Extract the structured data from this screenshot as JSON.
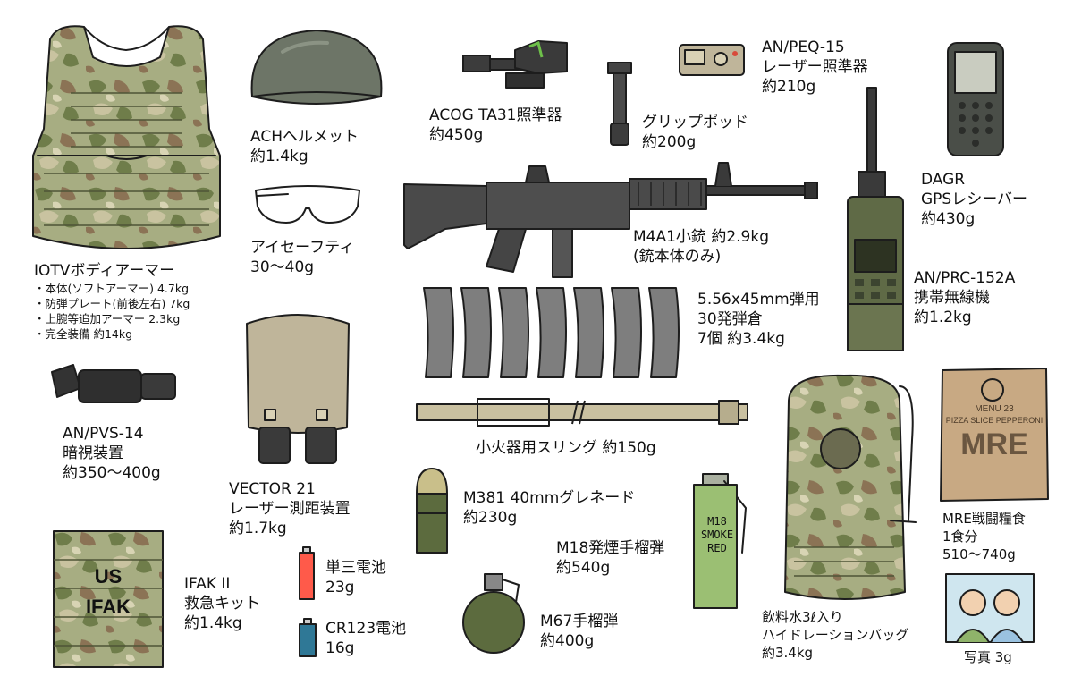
{
  "items": {
    "iotv": {
      "name": "IOTVボディアーマー",
      "details": [
        "・本体(ソフトアーマー) 4.7kg",
        "・防弾プレート(前後左右) 7kg",
        "・上腕等追加アーマー 2.3kg",
        "・完全装備 約14kg"
      ]
    },
    "helmet": {
      "name": "ACHヘルメット",
      "weight": "約1.4kg"
    },
    "eyewear": {
      "name": "アイセーフティ",
      "weight": "30〜40g"
    },
    "acog": {
      "name": "ACOG TA31照準器",
      "weight": "約450g"
    },
    "grippod": {
      "name": "グリップポッド",
      "weight": "約200g"
    },
    "peq15": {
      "name": "AN/PEQ-15",
      "subtitle": "レーザー照準器",
      "weight": "約210g"
    },
    "dagr": {
      "name": "DAGR",
      "subtitle": "GPSレシーバー",
      "weight": "約430g"
    },
    "m4a1": {
      "name": "M4A1小銃 約2.9kg",
      "note": "(銃本体のみ)"
    },
    "prc152": {
      "name": "AN/PRC-152A",
      "subtitle": "携帯無線機",
      "weight": "約1.2kg"
    },
    "magazines": {
      "name": "5.56x45mm弾用",
      "subtitle": "30発弾倉",
      "weight": "7個 約3.4kg",
      "count": 7
    },
    "pvs14": {
      "name": "AN/PVS-14",
      "subtitle": "暗視装置",
      "weight": "約350〜400g"
    },
    "vector21": {
      "name": "VECTOR 21",
      "subtitle": "レーザー測距装置",
      "weight": "約1.7kg"
    },
    "sling": {
      "name": "小火器用スリング 約150g"
    },
    "m381": {
      "name": "M381 40mmグレネード",
      "weight": "約230g"
    },
    "m18": {
      "name": "M18発煙手榴弾",
      "weight": "約540g",
      "can_text": [
        "M18",
        "SMOKE",
        "RED"
      ]
    },
    "m67": {
      "name": "M67手榴弾",
      "weight": "約400g"
    },
    "aa": {
      "name": "単三電池",
      "weight": "23g"
    },
    "cr123": {
      "name": "CR123電池",
      "weight": "16g"
    },
    "ifak": {
      "name": "IFAK II",
      "subtitle": "救急キット",
      "weight": "約1.4kg",
      "pouch_text": [
        "US",
        "IFAK"
      ]
    },
    "hydration": {
      "name": "飲料水3ℓ入り",
      "subtitle": "ハイドレーションバッグ",
      "weight": "約3.4kg"
    },
    "mre": {
      "name": "MRE戦闘糧食",
      "subtitle": "1食分",
      "weight": "510〜740g",
      "bag_text": [
        "MENU 23",
        "PIZZA SLICE PEPPERONI",
        "MRE"
      ]
    },
    "photo": {
      "name": "写真 3g"
    }
  },
  "colors": {
    "camo_base": "#a7ad82",
    "camo_green": "#6f7d4a",
    "camo_brown": "#8b7355",
    "camo_light": "#c9c3a0",
    "helmet": "#6d7567",
    "rifle": "#4a4a4a",
    "magazine": "#7e7e7e",
    "sling": "#c9c0a0",
    "tan": "#bfb59a",
    "radio": "#5f6a46",
    "grenade_green": "#5c6b3e",
    "smoke_can": "#9bbf73",
    "aa_red": "#ff5a4a",
    "cr123_blue": "#2f7896",
    "mre_bag": "#c8a983"
  }
}
